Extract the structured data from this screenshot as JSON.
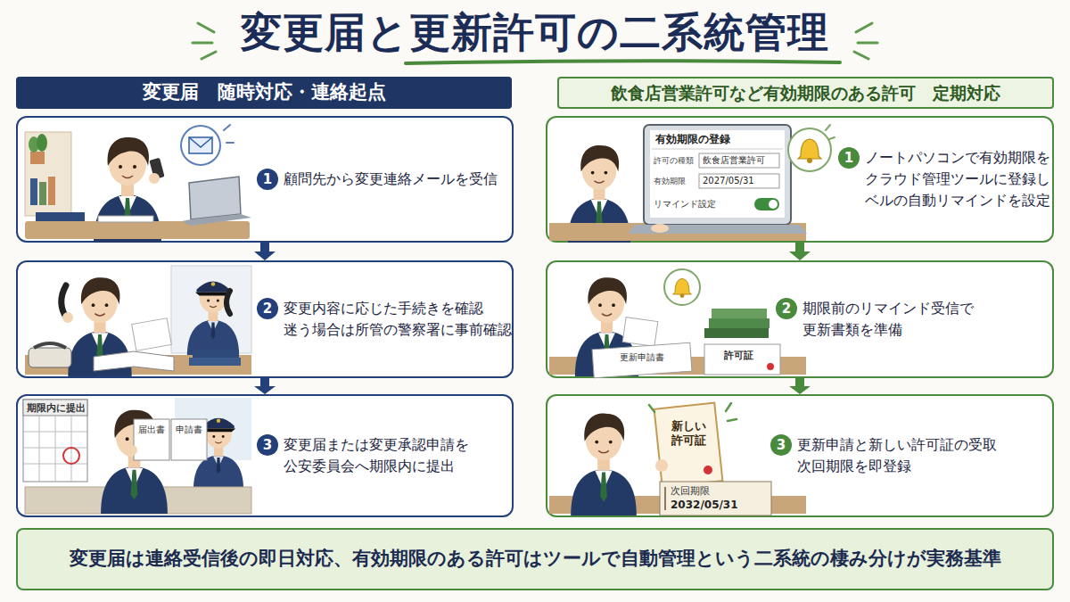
{
  "diagram": {
    "title": "変更届と更新許可の二系統管理",
    "nodes": [
      {
        "text": [
          "変更届　随時対応・連絡起点"
        ]
      },
      {
        "text": [
          "1",
          "顧問先から変更連絡メールを受信"
        ]
      },
      {
        "text": [
          "2",
          "変更内容に応じた手続きを確認 迷う場合は所管の警察署に事前確認"
        ]
      },
      {
        "text": [
          "3",
          "変更届または変更承認申請を 公安委員会へ期限内に提出"
        ]
      },
      {
        "text": [
          "飲食店営業許可など有効期限のある許可　定期対応"
        ]
      },
      {
        "text": [
          "1",
          "ノートパソコンで有効期限を クラウド管理ツールに登録し ベルの自動リマインドを設定"
        ]
      },
      {
        "text": [
          "2",
          "期限前のリマインド受信で 更新書類を準備"
        ]
      },
      {
        "text": [
          "3",
          "更新申請と新しい許可証の受取 次回期限を即登録"
        ]
      },
      {
        "text": [
          "変更届は連絡受信後の即日対応、有効期限のある許可はツールで自動管理という二系統の棲み分けが実務基準"
        ]
      }
    ],
    "edges": [
      {
        "from": 1,
        "to": 2,
        "arrow": "to"
      },
      {
        "from": 2,
        "to": 3,
        "arrow": "to"
      },
      {
        "from": 5,
        "to": 6,
        "arrow": "to"
      },
      {
        "from": 6,
        "to": 7,
        "arrow": "to"
      }
    ],
    "labels": [
      "期限内に提出",
      "届出書",
      "申請書",
      "有効期限の登録",
      "許可の種類",
      "飲食店営業許可",
      "有効期限",
      "2027/05/31",
      "リマインド設定",
      "更新申請書",
      "許可証",
      "新しい 許可証",
      "次回期限",
      "2032/05/31"
    ]
  }
}
